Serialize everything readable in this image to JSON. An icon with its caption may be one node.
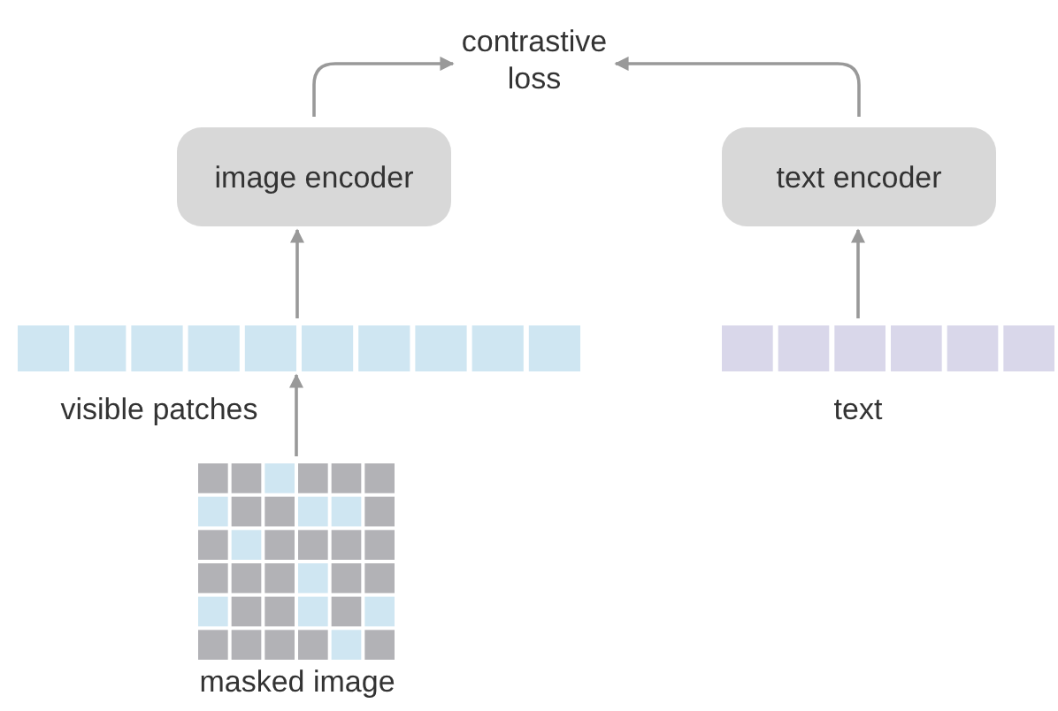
{
  "diagram": {
    "nodes": [
      {
        "text": [
          "contrastive loss"
        ]
      },
      {
        "text": [
          "image encoder"
        ]
      },
      {
        "text": [
          "text encoder"
        ]
      },
      {
        "text": [],
        "shape": "bar",
        "beside": [
          "visible patches"
        ]
      },
      {
        "text": [],
        "shape": "bar",
        "beside": [
          "text"
        ]
      },
      {
        "text": [],
        "shape": "picture",
        "beside": [
          "masked image"
        ]
      }
    ],
    "edges": [
      {
        "from": 5,
        "to": 3,
        "arrow": "to"
      },
      {
        "from": 3,
        "to": 1,
        "arrow": "to"
      },
      {
        "from": 1,
        "to": 0,
        "arrow": "to"
      },
      {
        "from": 4,
        "to": 2,
        "arrow": "to"
      },
      {
        "from": 2,
        "to": 0,
        "arrow": "to"
      }
    ]
  }
}
